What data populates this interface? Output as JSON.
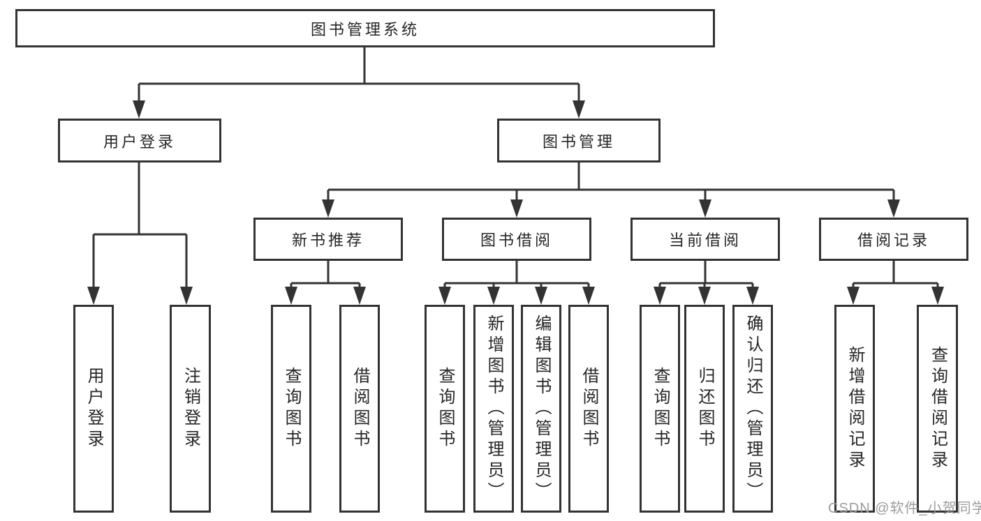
{
  "diagram": {
    "root": {
      "label": "图书管理系统"
    },
    "level2": [
      {
        "label": "用户登录"
      },
      {
        "label": "图书管理"
      }
    ],
    "level3": [
      {
        "label": "新书推荐"
      },
      {
        "label": "图书借阅"
      },
      {
        "label": "当前借阅"
      },
      {
        "label": "借阅记录"
      }
    ],
    "leaves": [
      {
        "label": "用户登录"
      },
      {
        "label": "注销登录"
      },
      {
        "label": "查询图书"
      },
      {
        "label": "借阅图书"
      },
      {
        "label": "查询图书"
      },
      {
        "label": "新增图书（管理员）"
      },
      {
        "label": "编辑图书（管理员）"
      },
      {
        "label": "借阅图书"
      },
      {
        "label": "查询图书"
      },
      {
        "label": "归还图书"
      },
      {
        "label": "确认归还（管理员）"
      },
      {
        "label": "新增借阅记录"
      },
      {
        "label": "查询借阅记录"
      }
    ]
  },
  "watermark": {
    "text": "CSDN @软件_小贺同学",
    "color": "#9c9c9c"
  },
  "colors": {
    "line": "#333333",
    "box_border": "#333333",
    "text": "#262626",
    "background": "#ffffff"
  }
}
